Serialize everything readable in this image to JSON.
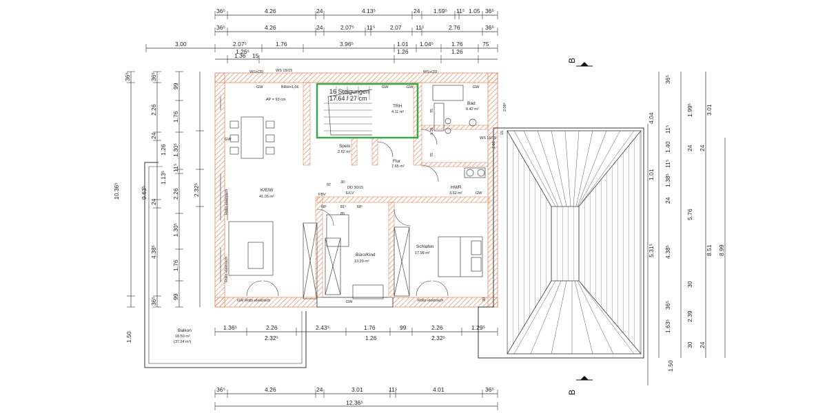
{
  "colors": {
    "wall_hatch": "#e08a60",
    "stair_outline": "#3aa84a",
    "line": "#333333"
  },
  "top_dims": {
    "row1": [
      "36⁵",
      "4.26",
      "24",
      "4.13⁵",
      "24",
      "1.59⁵",
      "11⁵",
      "1.05",
      "36⁵"
    ],
    "row2": [
      "36⁵",
      "4.26",
      "24",
      "2.07⁵",
      "11⁵",
      "2.07",
      "11⁵",
      "2.76",
      "36⁵"
    ],
    "row3": [
      "3.00",
      "2.07⁵",
      "1.76",
      "3.96⁵",
      "1.01",
      "1.04⁵",
      "1.76",
      "75"
    ],
    "row4a": [
      "1.36",
      "15"
    ],
    "row4b": [
      "1.26⁵",
      "1.26",
      "1.26"
    ]
  },
  "left_dims": {
    "col1": [
      "36⁵",
      "10.36⁵"
    ],
    "col2": [
      "36⁵",
      "2.26",
      "24",
      "9.63⁵",
      "24",
      "4.38⁵",
      "36⁵"
    ],
    "col3": [
      "99",
      "1.76",
      "1.30⁵",
      "11⁵",
      "2.26",
      "1.30⁵",
      "1.76",
      "99"
    ],
    "col4": [
      "1.26",
      "1.13⁵",
      "2.32⁵"
    ]
  },
  "right_dims": {
    "col1": [
      "36⁵",
      "1.99⁵",
      "11⁵",
      "1.40",
      "11⁵",
      "1.38⁵",
      "24",
      "4.38⁵",
      "36⁵",
      "1.63⁵",
      "30"
    ],
    "col2": [
      "3.01",
      "24",
      "24",
      "5.76",
      "30",
      "2.39",
      "24"
    ],
    "col3": [
      "4.04",
      "1.01",
      "5.31⁵",
      "8.51",
      "8.99",
      "1.50"
    ]
  },
  "bottom_dims": {
    "row1": [
      "1.36⁵",
      "2.26",
      "2.43⁵",
      "1.76",
      "99",
      "2.26",
      "1.29⁵"
    ],
    "row2": [
      "2.32⁵",
      "1.26",
      "2.32⁵"
    ],
    "row3": [
      "36⁵",
      "4.26",
      "24",
      "3.01",
      "11⁵",
      "4.01",
      "36⁵"
    ],
    "total": "12.36⁵"
  },
  "section_marker": "B",
  "rooms": {
    "kew": {
      "name": "K/E/W",
      "area": "41.05 m²"
    },
    "stairs": {
      "line1": "16 Steigungen",
      "line2": "17.64 / 27 cm"
    },
    "trh": {
      "name": "TRH",
      "area": "4.11 m²"
    },
    "bad": {
      "name": "Bad",
      "area": "9.42 m²"
    },
    "speis": {
      "name": "Speis",
      "area": "2.62 m²"
    },
    "flur": {
      "name": "Flur",
      "area": "7.65 m²"
    },
    "hwr": {
      "name": "HWR",
      "area": "3.62 m²"
    },
    "buero": {
      "name": "Büro/Kind",
      "area": "13.20 m²"
    },
    "schlafen": {
      "name": "Schlafen",
      "area": "17.98 m²"
    },
    "balkon": {
      "name": "Balkon",
      "area1": "18.50 m²",
      "area2": "(37,24 m²)"
    }
  },
  "labels": {
    "gw": "GW",
    "rollo": "Rollo elektrisch",
    "gw_rollo": "GW Rollo elektrisch",
    "ws_od": "WS+OD",
    "ws1515": "WS 15/15",
    "brh": "BRH=1,06",
    "ap": "AP = 93 cm",
    "ws_od2": "WS+OD",
    "ws_1515b": "WS 15/15",
    "dd": "DD 30/15",
    "eb": "E/LV",
    "fbv": "FBV",
    "d97": "97",
    "d30": "30",
    "d68a": "68⁵",
    "d81": "81⁵",
    "d68b": "68⁵",
    "d85": "85",
    "v75a": "75",
    "v126": "1.26",
    "v75b": "75",
    "d101": "1.01",
    "d15": "15",
    "d208": "2.08⁵",
    "d39": "39"
  }
}
